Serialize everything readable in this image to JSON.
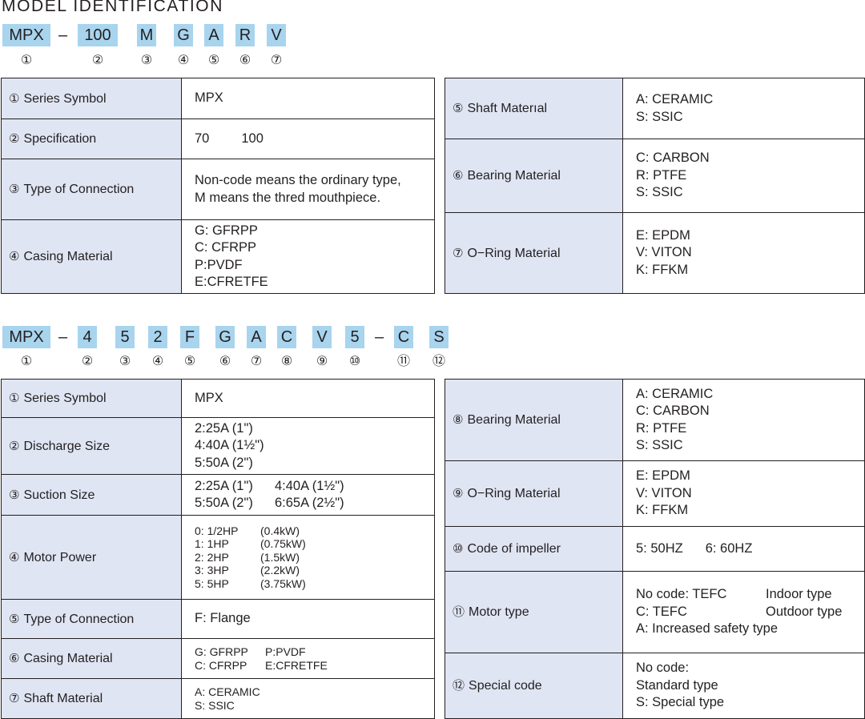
{
  "title": "MODEL IDENTIFICATION",
  "model1": {
    "code": [
      "MPX",
      "–",
      "100",
      "M",
      "G",
      "A",
      "R",
      "V"
    ],
    "numbers": [
      "①",
      "②",
      "③",
      "④",
      "⑤",
      "⑥",
      "⑦"
    ],
    "table_left": [
      {
        "marker": "①",
        "label": "Series Symbol",
        "lines": [
          "MPX"
        ]
      },
      {
        "marker": "②",
        "label": "Specification",
        "parts": [
          "70",
          "100"
        ]
      },
      {
        "marker": "③",
        "label": "Type of Connection",
        "lines": [
          "Non-code means the ordinary type,",
          "M means the thred mouthpiece."
        ]
      },
      {
        "marker": "④",
        "label": "Casing Material",
        "lines": [
          "G: GFRPP",
          "C: CFRPP",
          "P:PVDF",
          "E:CFRETFE"
        ]
      }
    ],
    "table_right": [
      {
        "marker": "⑤",
        "label": "Shaft Materıal",
        "lines": [
          "A: CERAMIC",
          "S: SSIC"
        ]
      },
      {
        "marker": "⑥",
        "label": "Bearing Material",
        "lines": [
          "C: CARBON",
          "R: PTFE",
          "S: SSIC"
        ]
      },
      {
        "marker": "⑦",
        "label": "O−Ring Material",
        "lines": [
          "E: EPDM",
          "V: VITON",
          "K: FFKM"
        ]
      }
    ]
  },
  "model2": {
    "code": [
      "MPX",
      "–",
      "4",
      "5",
      "2",
      "F",
      "G",
      "A",
      "C",
      "V",
      "5",
      "–",
      "C",
      "S"
    ],
    "numbers": [
      "①",
      "②",
      "③",
      "④",
      "⑤",
      "⑥",
      "⑦",
      "⑧",
      "⑨",
      "⑩",
      "⑪",
      "⑫"
    ],
    "table_left": [
      {
        "marker": "①",
        "label": "Series Symbol",
        "lines": [
          "MPX"
        ]
      },
      {
        "marker": "②",
        "label": "Discharge Size",
        "lines": [
          "2:25A (1\")",
          "4:40A (1½\")",
          "5:50A (2\")"
        ]
      },
      {
        "marker": "③",
        "label": "Suction Size",
        "pairs": [
          [
            "2:25A (1\")",
            "4:40A (1½\")"
          ],
          [
            "5:50A (2\")",
            "6:65A (2½\")"
          ]
        ]
      },
      {
        "marker": "④",
        "label": "Motor Power",
        "pairs": [
          [
            "0: 1/2HP",
            "(0.4kW)"
          ],
          [
            "1: 1HP",
            "(0.75kW)"
          ],
          [
            "2: 2HP",
            "(1.5kW)"
          ],
          [
            "3: 3HP",
            "(2.2kW)"
          ],
          [
            "5: 5HP",
            "(3.75kW)"
          ]
        ]
      },
      {
        "marker": "⑤",
        "label": "Type of Connection",
        "lines": [
          "F: Flange"
        ]
      },
      {
        "marker": "⑥",
        "label": "Casing Material",
        "pairs": [
          [
            "G: GFRPP",
            "P:PVDF"
          ],
          [
            "C: CFRPP",
            "E:CFRETFE"
          ]
        ]
      },
      {
        "marker": "⑦",
        "label": "Shaft Material",
        "lines": [
          "A: CERAMIC",
          "S: SSIC"
        ]
      }
    ],
    "table_right": [
      {
        "marker": "⑧",
        "label": "Bearing Material",
        "lines": [
          "A: CERAMIC",
          "C: CARBON",
          "R: PTFE",
          "S: SSIC"
        ]
      },
      {
        "marker": "⑨",
        "label": "O−Ring Material",
        "lines": [
          "E: EPDM",
          "V: VITON",
          "K: FFKM"
        ]
      },
      {
        "marker": "⑩",
        "label": "Code of impeller",
        "parts": [
          "5: 50HZ",
          "6: 60HZ"
        ]
      },
      {
        "marker": "⑪",
        "label": "Motor type",
        "pairs": [
          [
            "No code: TEFC",
            "Indoor type"
          ],
          [
            "C: TEFC",
            "Outdoor type"
          ]
        ],
        "lines": [
          "A: Increased safety type"
        ]
      },
      {
        "marker": "⑫",
        "label": "Special code",
        "lines": [
          "No code:",
          "Standard type",
          "S: Special type"
        ]
      }
    ]
  },
  "colors": {
    "chip": "#a8d4ee",
    "label_cell": "#dfe5f3",
    "border": "#231f20",
    "text": "#231f20"
  }
}
